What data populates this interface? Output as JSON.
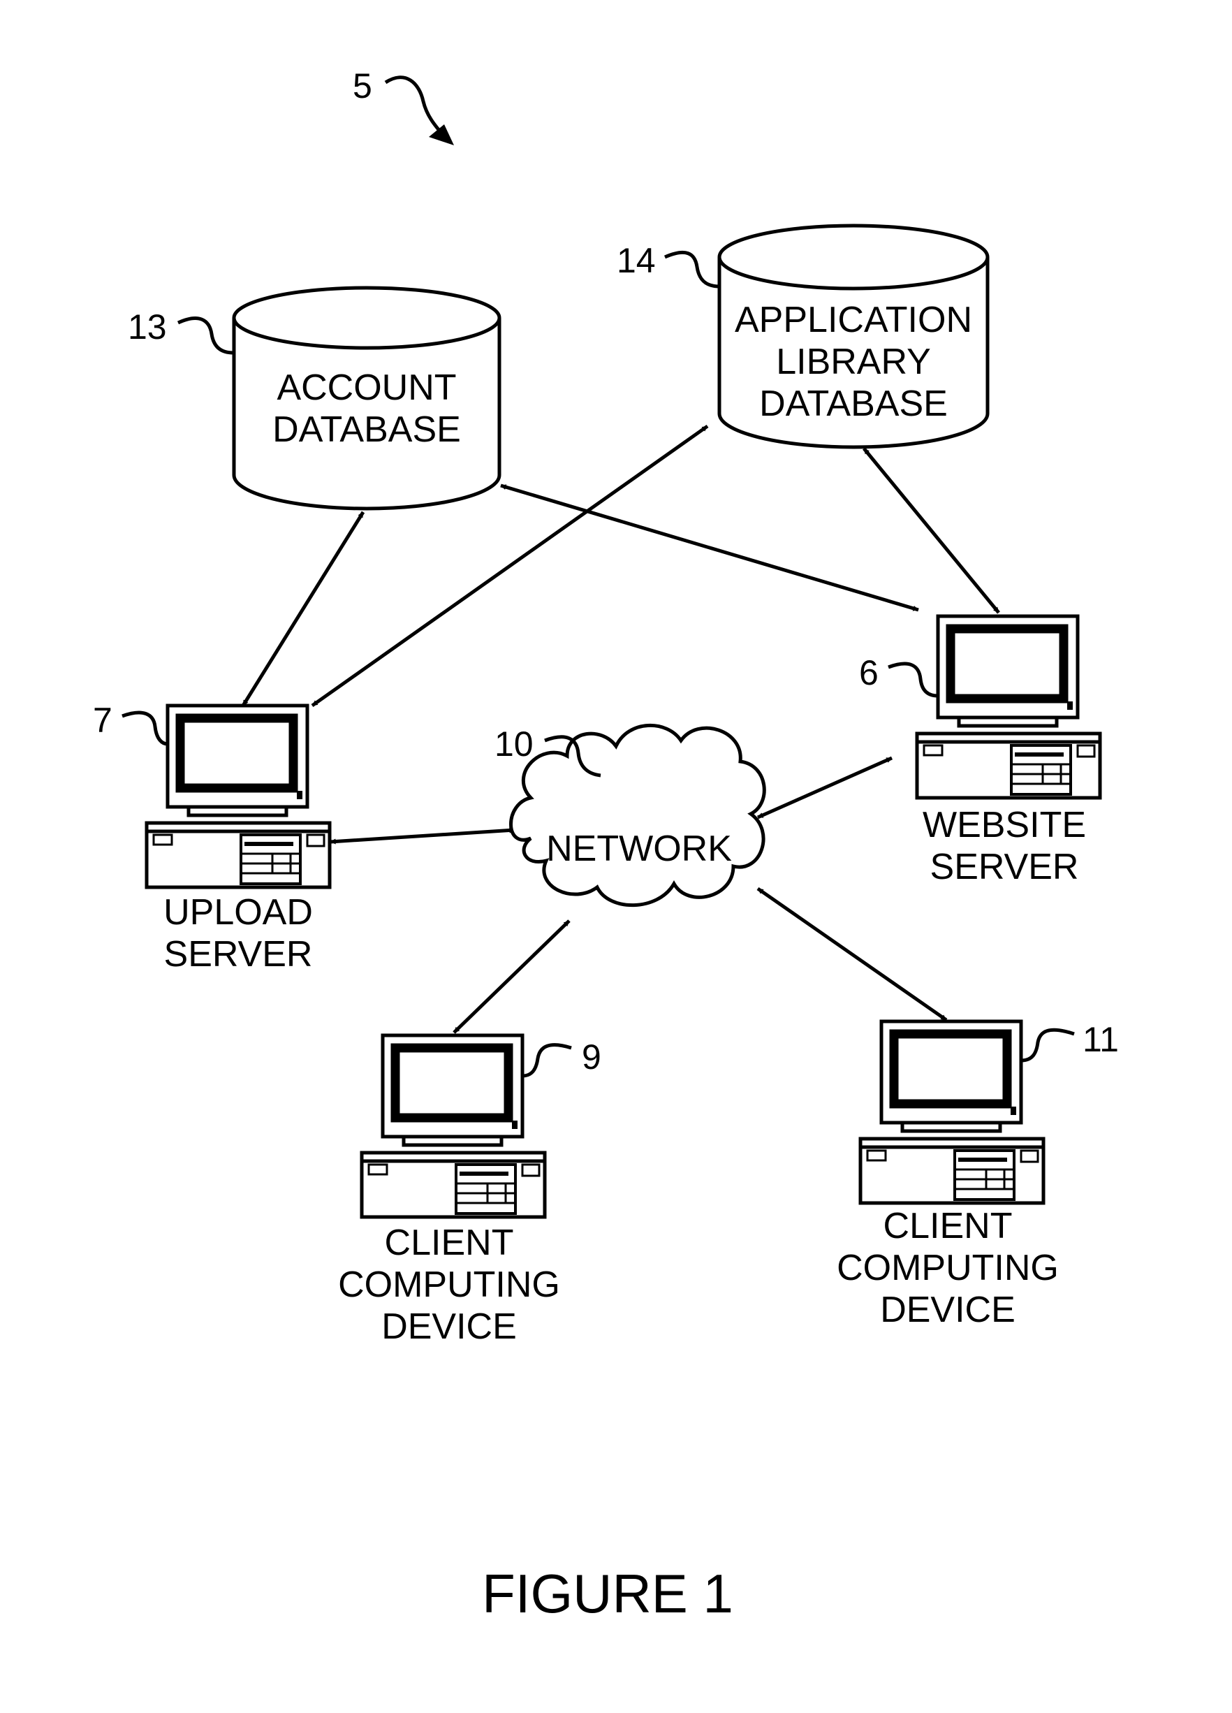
{
  "figure": {
    "number_ref": "5",
    "caption": "FIGURE 1"
  },
  "nodes": {
    "account_db": {
      "ref": "13",
      "lines": [
        "ACCOUNT",
        "DATABASE"
      ]
    },
    "app_library_db": {
      "ref": "14",
      "lines": [
        "APPLICATION",
        "LIBRARY",
        "DATABASE"
      ]
    },
    "upload_server": {
      "ref": "7",
      "lines": [
        "UPLOAD",
        "SERVER"
      ]
    },
    "website_server": {
      "ref": "6",
      "lines": [
        "WEBSITE",
        "SERVER"
      ]
    },
    "network": {
      "ref": "10",
      "label": "NETWORK"
    },
    "client_1": {
      "ref": "9",
      "lines": [
        "CLIENT",
        "COMPUTING",
        "DEVICE"
      ]
    },
    "client_2": {
      "ref": "11",
      "lines": [
        "CLIENT",
        "COMPUTING",
        "DEVICE"
      ]
    }
  },
  "connections": [
    {
      "from": "upload_server",
      "to": "account_db",
      "type": "bidirectional"
    },
    {
      "from": "upload_server",
      "to": "app_library_db",
      "type": "bidirectional"
    },
    {
      "from": "website_server",
      "to": "account_db",
      "type": "bidirectional"
    },
    {
      "from": "website_server",
      "to": "app_library_db",
      "type": "bidirectional"
    },
    {
      "from": "upload_server",
      "to": "network",
      "type": "bidirectional"
    },
    {
      "from": "website_server",
      "to": "network",
      "type": "bidirectional"
    },
    {
      "from": "client_1",
      "to": "network",
      "type": "bidirectional"
    },
    {
      "from": "client_2",
      "to": "network",
      "type": "bidirectional"
    }
  ],
  "colors": {
    "ink": "#000000",
    "paper": "#ffffff"
  },
  "icons": {
    "database": "database-cylinder-icon",
    "computer": "desktop-computer-icon",
    "network": "network-cloud-icon"
  }
}
